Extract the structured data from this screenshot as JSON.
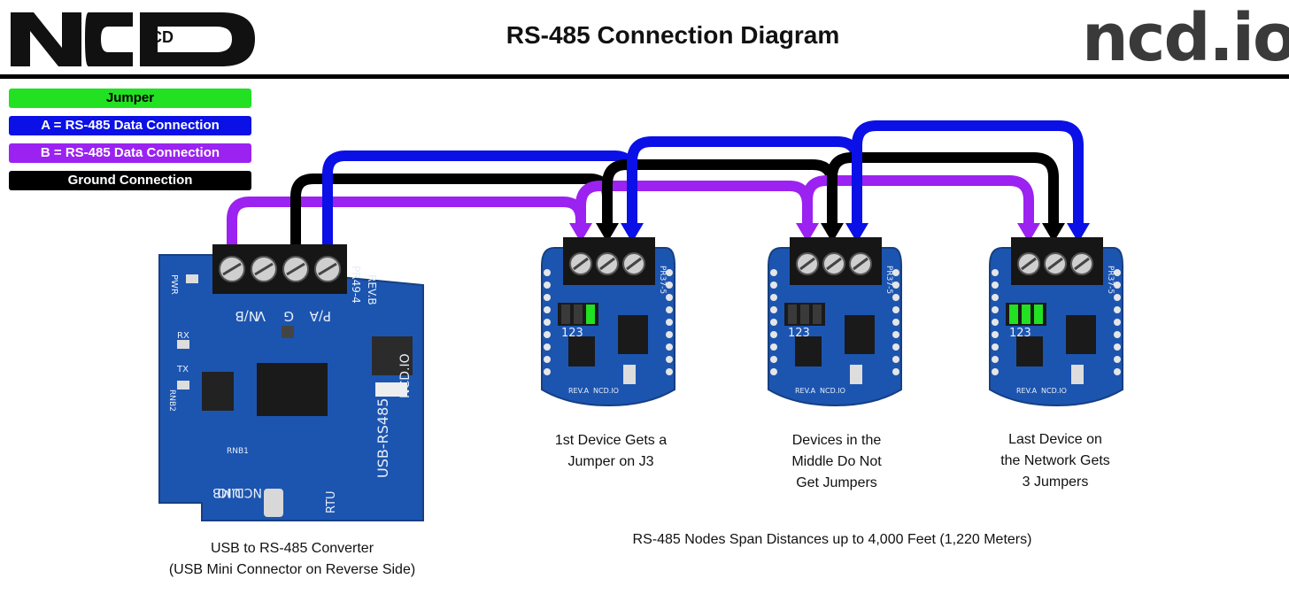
{
  "header": {
    "logo": "NCD",
    "title": "RS-485 Connection Diagram",
    "site": "ncd.io"
  },
  "legend": [
    {
      "label": "Jumper",
      "bg": "#22e022",
      "fg": "#000000"
    },
    {
      "label": "A = RS-485 Data Connection",
      "bg": "#0a10e6",
      "fg": "#ffffff"
    },
    {
      "label": "B = RS-485 Data Connection",
      "bg": "#9b22f0",
      "fg": "#ffffff"
    },
    {
      "label": "Ground Connection",
      "bg": "#000000",
      "fg": "#ffffff"
    }
  ],
  "colors": {
    "a_wire": "#0a10e6",
    "b_wire": "#9b22f0",
    "ground_wire": "#000000",
    "jumper": "#22e022",
    "board": "#1c55b0"
  },
  "converter": {
    "silk": {
      "part": "PR49-4",
      "rev": "REV.B",
      "terminals": [
        "N/B",
        "V",
        "G",
        "P/A"
      ],
      "pwr": "PWR",
      "rx": "RX",
      "tx": "TX",
      "rnb": "RNB2",
      "rnb1": "RNB1",
      "brand": "NCD.IO",
      "product": "USB-RS485",
      "umb": "UMB",
      "ncdio": "NCD.IO",
      "rtu": "RTU"
    },
    "caption": "USB to RS-485 Converter\n(USB Mini Connector on Reverse Side)"
  },
  "devices": [
    {
      "caption": "1st Device Gets a\nJumper on J3",
      "jumpers": [
        false,
        false,
        true
      ],
      "silk_part": "PR37-5",
      "silk_num": "123",
      "silk_rev": "REV.A",
      "silk_brand": "NCD.IO"
    },
    {
      "caption": "Devices in the\nMiddle Do Not\nGet Jumpers",
      "jumpers": [
        false,
        false,
        false
      ],
      "silk_part": "PR37-5",
      "silk_num": "123",
      "silk_rev": "REV.A",
      "silk_brand": "NCD.IO"
    },
    {
      "caption": "Last Device on\nthe Network Gets\n3 Jumpers",
      "jumpers": [
        true,
        true,
        true
      ],
      "silk_part": "PR37-5",
      "silk_num": "123",
      "silk_rev": "REV.A",
      "silk_brand": "NCD.IO"
    }
  ],
  "footer": {
    "distance_note": "RS-485 Nodes Span Distances up to 4,000 Feet (1,220 Meters)"
  }
}
